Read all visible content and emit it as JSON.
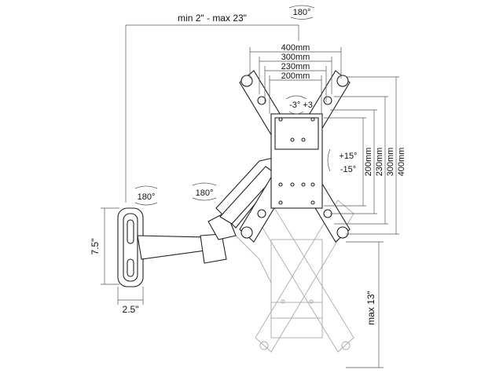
{
  "labels": {
    "reach": "min 2\" - max 23\"",
    "rotate_top": "180°",
    "rotate_wall": "180°",
    "rotate_arm": "180°",
    "horizontal_dims": [
      "400mm",
      "300mm",
      "230mm",
      "200mm"
    ],
    "vertical_dims": [
      "200mm",
      "230mm",
      "300mm",
      "400mm"
    ],
    "swivel": "-3° +3",
    "tilt_up": "+15°",
    "tilt_down": "-15°",
    "plate_height": "7.5\"",
    "plate_depth": "2.5\"",
    "max_drop": "max 13\""
  }
}
